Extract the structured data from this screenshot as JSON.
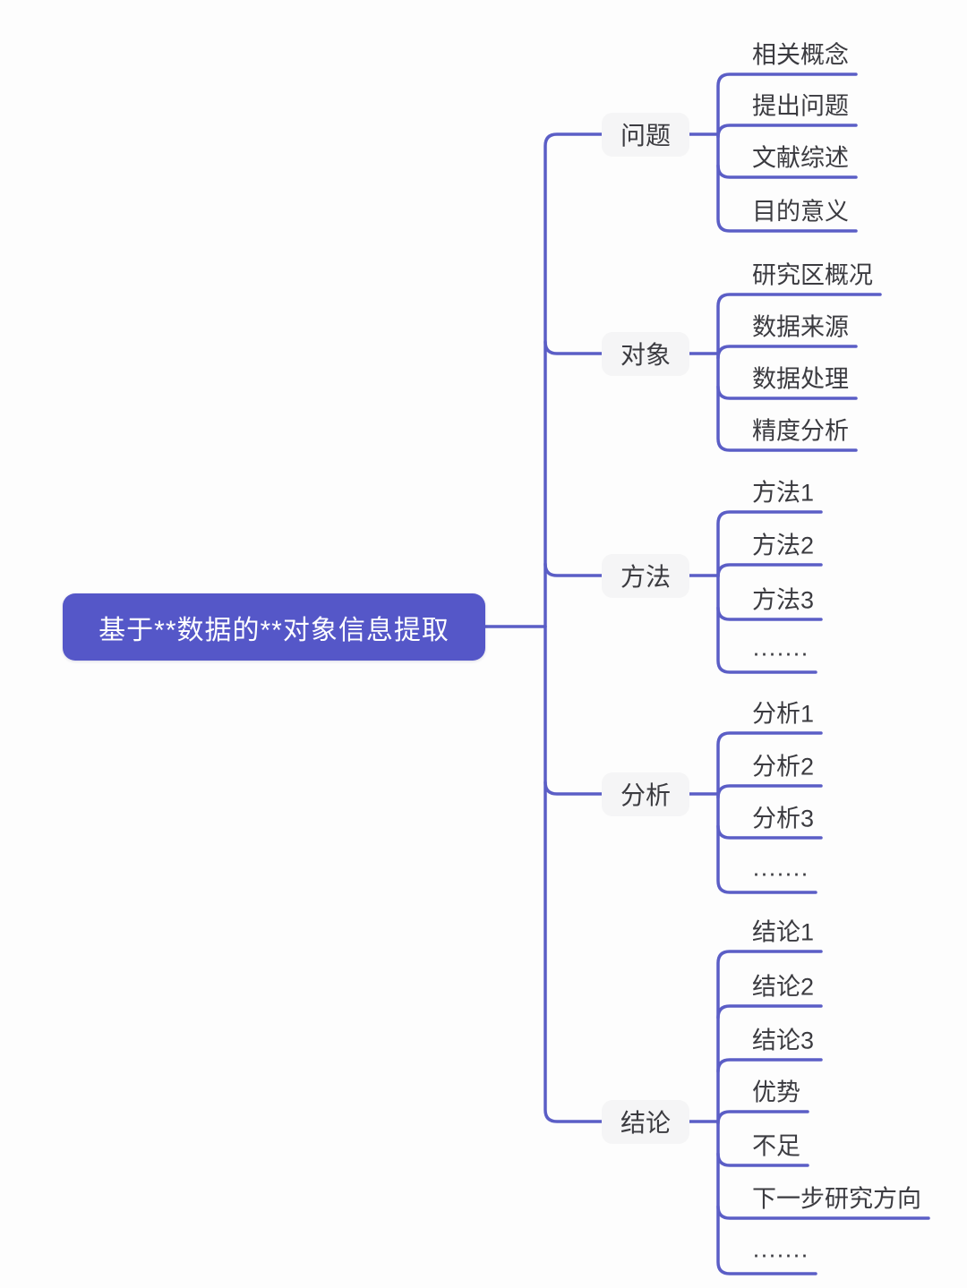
{
  "colors": {
    "page_bg": "#fdfdfd",
    "line": "#5b5ec6",
    "root_bg": "#5557c8",
    "root_text": "#ffffff",
    "branch_bg": "#f5f5f6",
    "text": "#3b3b40"
  },
  "mindmap": {
    "root": {
      "label": "基于**数据的**对象信息提取"
    },
    "branches": [
      {
        "label": "问题",
        "children": [
          "相关概念",
          "提出问题",
          "文献综述",
          "目的意义"
        ]
      },
      {
        "label": "对象",
        "children": [
          "研究区概况",
          "数据来源",
          "数据处理",
          "精度分析"
        ]
      },
      {
        "label": "方法",
        "children": [
          "方法1",
          "方法2",
          "方法3",
          "·······"
        ]
      },
      {
        "label": "分析",
        "children": [
          "分析1",
          "分析2",
          "分析3",
          "·······"
        ]
      },
      {
        "label": "结论",
        "children": [
          "结论1",
          "结论2",
          "结论3",
          "优势",
          "不足",
          "下一步研究方向",
          "·······"
        ]
      }
    ]
  }
}
